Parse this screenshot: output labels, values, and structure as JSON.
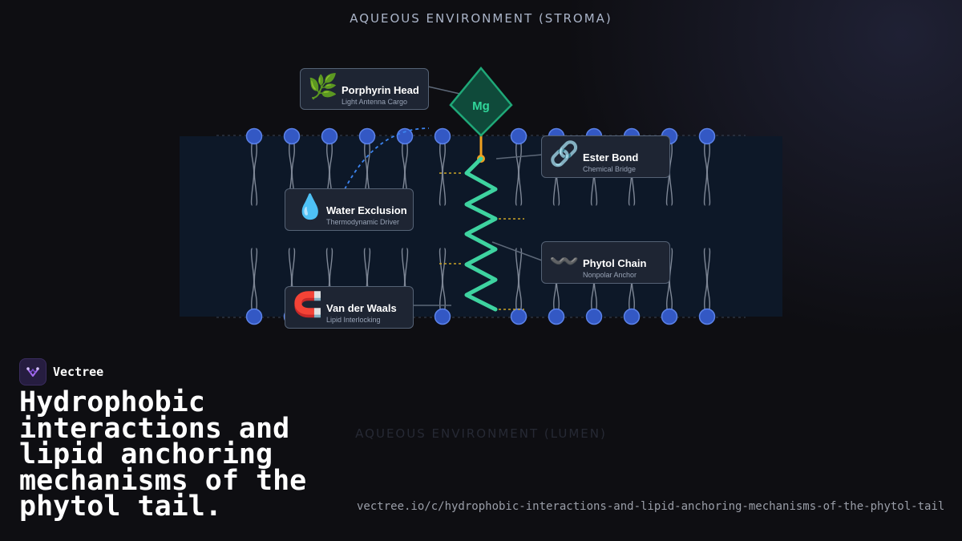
{
  "environment": {
    "top_label": "AQUEOUS ENVIRONMENT (STROMA)",
    "bottom_label": "AQUEOUS ENVIRONMENT (LUMEN)"
  },
  "molecule": {
    "center_label": "Mg"
  },
  "cards": {
    "porphyrin": {
      "icon": "🌿",
      "icon_name": "leaf-icon",
      "title": "Porphyrin Head",
      "subtitle": "Light Antenna Cargo"
    },
    "ester": {
      "icon": "🔗",
      "icon_name": "link-icon",
      "title": "Ester Bond",
      "subtitle": "Chemical Bridge"
    },
    "water": {
      "icon": "💧",
      "icon_name": "droplet-icon",
      "title": "Water Exclusion",
      "subtitle": "Thermodynamic Driver"
    },
    "phytol": {
      "icon": "〰️",
      "icon_name": "wavy-line-icon",
      "title": "Phytol Chain",
      "subtitle": "Nonpolar Anchor"
    },
    "vdw": {
      "icon": "🧲",
      "icon_name": "magnet-icon",
      "title": "Van der Waals",
      "subtitle": "Lipid Interlocking"
    }
  },
  "colors": {
    "membrane": "#0d1828",
    "lipid_head": "#3358c4",
    "lipid_head_stroke": "#5b82e8",
    "porphyrin_fill": "#0f4a3a",
    "porphyrin_stroke": "#1fa878",
    "mg_text": "#30d69a",
    "phytol_chain": "#3ed3a0",
    "ester_link": "#f0a020",
    "vdw_dash": "#c9a227",
    "water_arrow": "#3c84f0"
  },
  "brand": {
    "name": "Vectree"
  },
  "headline": "Hydrophobic interactions and lipid anchoring mechanisms of the phytol tail.",
  "url": "vectree.io/c/hydrophobic-interactions-and-lipid-anchoring-mechanisms-of-the-phytol-tail"
}
